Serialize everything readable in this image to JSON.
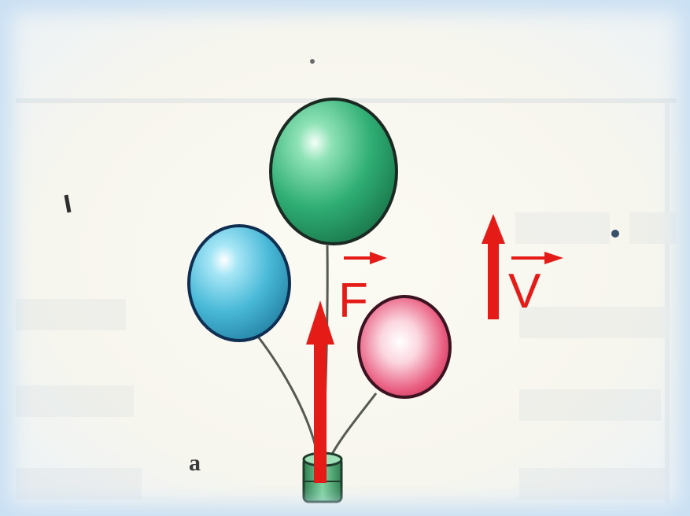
{
  "figure": {
    "force_label": "F",
    "velocity_label": "V",
    "caption": "a"
  },
  "colors": {
    "arrow": "#e41b17",
    "green_balloon": "#2fae74",
    "blue_balloon": "#49b9d8",
    "pink_balloon": "#df3f6a",
    "weight": "#3d9c62"
  }
}
